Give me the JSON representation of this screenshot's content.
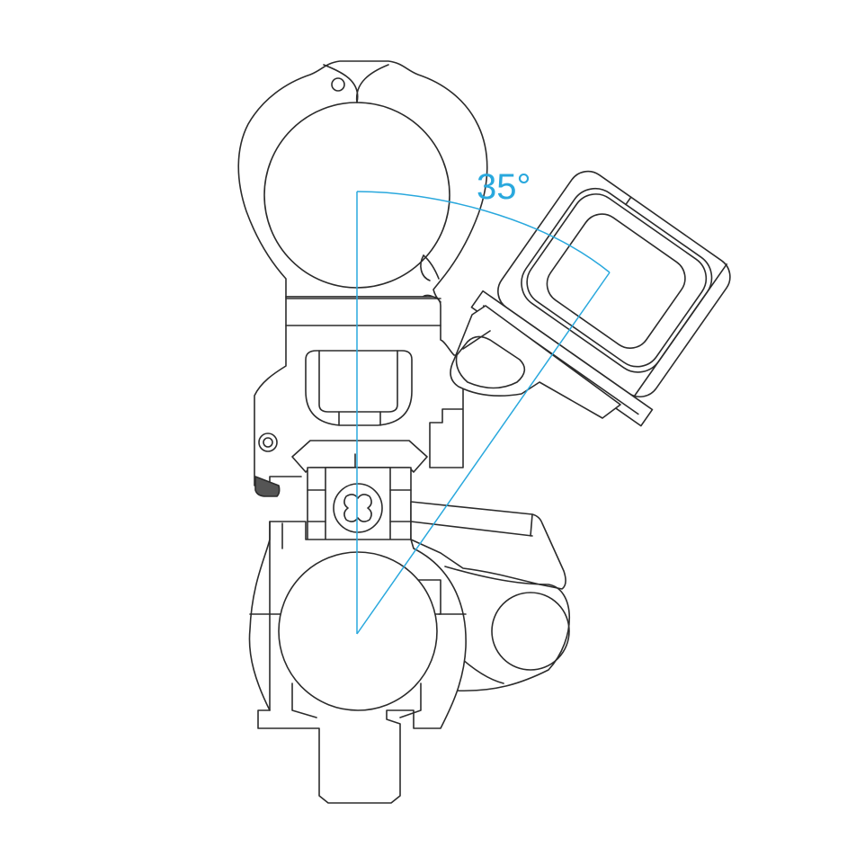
{
  "diagram": {
    "type": "technical line drawing",
    "subject": "offset optic mount (front view) with scope ring and red dot sight tilted",
    "annotation": {
      "angle_label": "35°",
      "angle_degrees": 35
    },
    "colors": {
      "background": "#ffffff",
      "line": "#2b2b2b",
      "accent": "#29a8dd"
    }
  }
}
